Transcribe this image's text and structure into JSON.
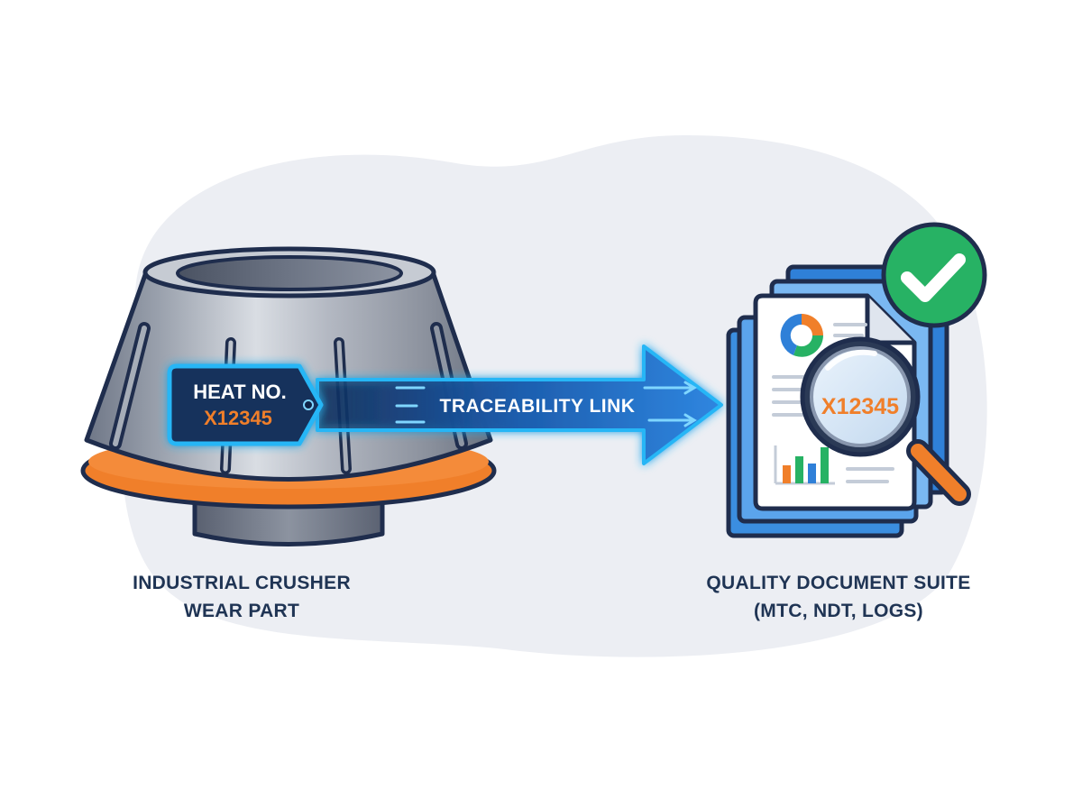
{
  "part": {
    "tag_line1": "HEAT NO.",
    "tag_line2": "X12345",
    "caption_line1": "INDUSTRIAL CRUSHER",
    "caption_line2": "WEAR PART"
  },
  "link": {
    "label": "TRACEABILITY LINK"
  },
  "documents": {
    "search_value": "X12345",
    "caption_line1": "QUALITY DOCUMENT SUITE",
    "caption_line2": "(MTC, NDT, LOGS)"
  },
  "colors": {
    "background_blob": "#eceef3",
    "navy_outline": "#1f2d4d",
    "glow_blue": "#28b6f6",
    "tag_fill": "#16305c",
    "accent_orange": "#f07f2a",
    "doc_blue": "#2f80d8",
    "check_green": "#27b264",
    "caption_text": "#1f3454"
  },
  "icons": [
    "crusher-part-icon",
    "arrow-icon",
    "document-stack-icon",
    "magnifier-icon",
    "checkmark-icon",
    "pie-chart-icon",
    "bar-chart-icon"
  ]
}
